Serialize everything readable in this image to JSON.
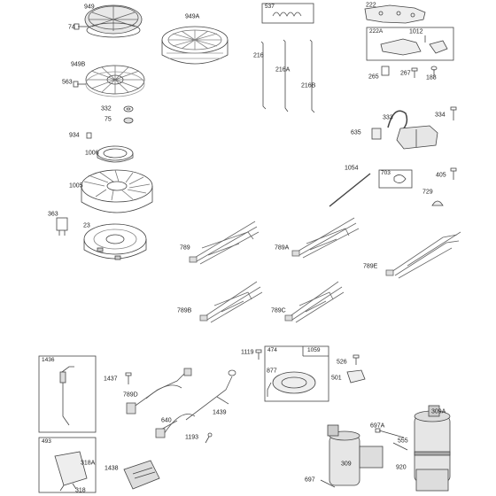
{
  "parts": {
    "p949": "949",
    "p949A": "949A",
    "p74": "74",
    "p949B": "949B",
    "p563": "563",
    "p332": "332",
    "p75": "75",
    "p934": "934",
    "p1006": "1006",
    "p1005": "1005",
    "p363": "363",
    "p23": "23",
    "p537": "537",
    "p216": "216",
    "p216A": "216A",
    "p216B": "216B",
    "p222": "222",
    "p222A": "222A",
    "p1012": "1012",
    "p265": "265",
    "p267": "267",
    "p188": "188",
    "p333": "333",
    "p334": "334",
    "p635": "635",
    "p1054": "1054",
    "p703": "703",
    "p405": "405",
    "p729": "729",
    "p789": "789",
    "p789A": "789A",
    "p789E": "789E",
    "p789B": "789B",
    "p789C": "789C",
    "p1436": "1436",
    "p1437": "1437",
    "p789D": "789D",
    "p640": "640",
    "p1439": "1439",
    "p1193": "1193",
    "p493": "493",
    "p318A": "318A",
    "p318": "318",
    "p1438": "1438",
    "p1119": "1119",
    "p474": "474",
    "p1059": "1059",
    "p877": "877",
    "p526": "526",
    "p501": "501",
    "p697A": "697A",
    "p309A": "309A",
    "p555": "555",
    "p309": "309",
    "p697": "697",
    "p920": "920"
  }
}
